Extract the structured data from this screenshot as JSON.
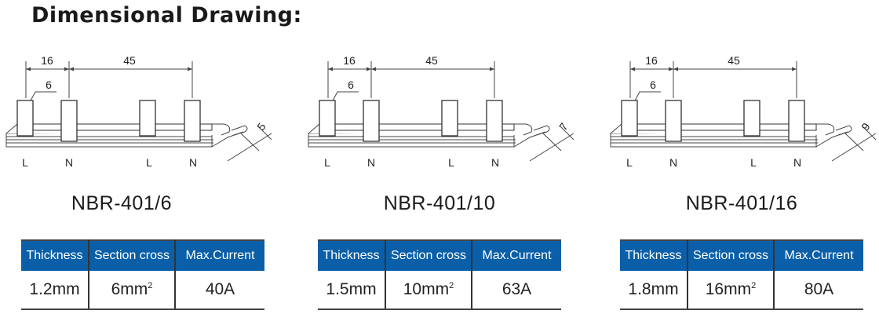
{
  "title": "Dimensional Drawing:",
  "table_headers": [
    "Thickness",
    "Section cross",
    "Max.Current"
  ],
  "pitch_label": "16",
  "span_label": "45",
  "pin_width_label": "6",
  "pole_labels": [
    "L",
    "N",
    "L",
    "N"
  ],
  "products": [
    {
      "model": "NBR-401/6",
      "edge_dim": "5",
      "thickness": "1.2mm",
      "section": "6mm",
      "section_sup": "2",
      "current": "40A"
    },
    {
      "model": "NBR-401/10",
      "edge_dim": "7",
      "thickness": "1.5mm",
      "section": "10mm",
      "section_sup": "2",
      "current": "63A"
    },
    {
      "model": "NBR-401/16",
      "edge_dim": "9",
      "thickness": "1.8mm",
      "section": "16mm",
      "section_sup": "2",
      "current": "80A"
    }
  ],
  "colors": {
    "header_bg": "#0a5fa8"
  }
}
